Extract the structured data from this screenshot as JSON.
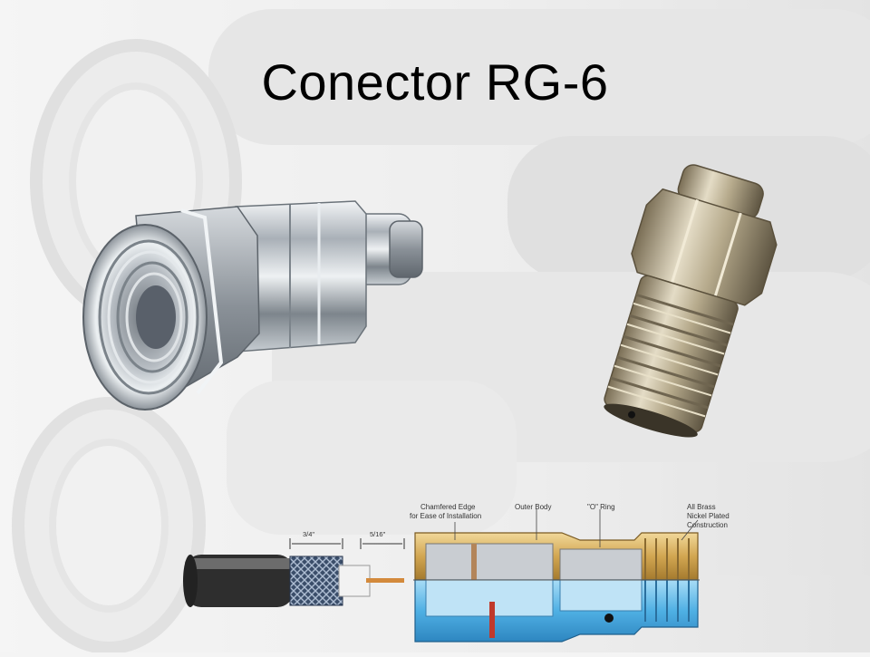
{
  "slide": {
    "title": "Conector RG-6"
  },
  "diagram": {
    "dim_left": "3/4\"",
    "dim_right": "5/16\"",
    "callouts": [
      "Chamfered Edge",
      "for Ease of Installation",
      "Outer Body",
      "\"O\" Ring",
      "All Brass",
      "Nickel Plated",
      "Construction"
    ]
  },
  "colors": {
    "background": "#f4f4f4",
    "title": "#000000",
    "brass": "#d8b060",
    "inner_blue": "#5fb8e8",
    "cable_jacket": "#2e2e2e"
  }
}
